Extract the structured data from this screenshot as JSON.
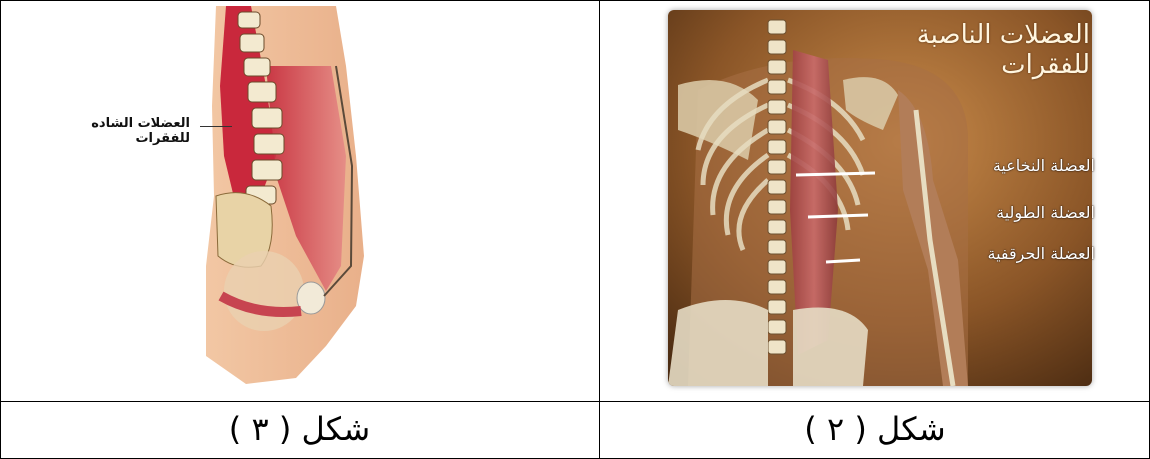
{
  "left_panel": {
    "figure": {
      "label": "العضلات الشاده للفقرات"
    },
    "caption": "شكل ( ٣ )"
  },
  "right_panel": {
    "figure": {
      "title": "العضلات الناصبة للفقرات",
      "labels": [
        "العضلة النخاعية",
        "العضلة الطولية",
        "العضلة الحرقفية"
      ]
    },
    "caption": "شكل ( ٢ )"
  }
}
